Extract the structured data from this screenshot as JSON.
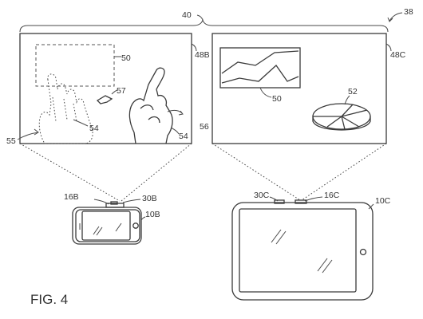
{
  "figure": {
    "caption": "FIG. 4",
    "refs": {
      "system": "38",
      "display_group": "40",
      "left_display": "48B",
      "right_display": "48C",
      "window": "50",
      "chart_window": "50",
      "pie": "52",
      "hand_outline_a": "54",
      "hand_outline_b": "54",
      "dotted_hand": "55",
      "hand": "56",
      "gesture": "57",
      "phone_camera": "16B",
      "phone_projector": "30B",
      "phone": "10B",
      "tablet_projector": "30C",
      "tablet_camera": "16C",
      "tablet": "10C"
    }
  }
}
